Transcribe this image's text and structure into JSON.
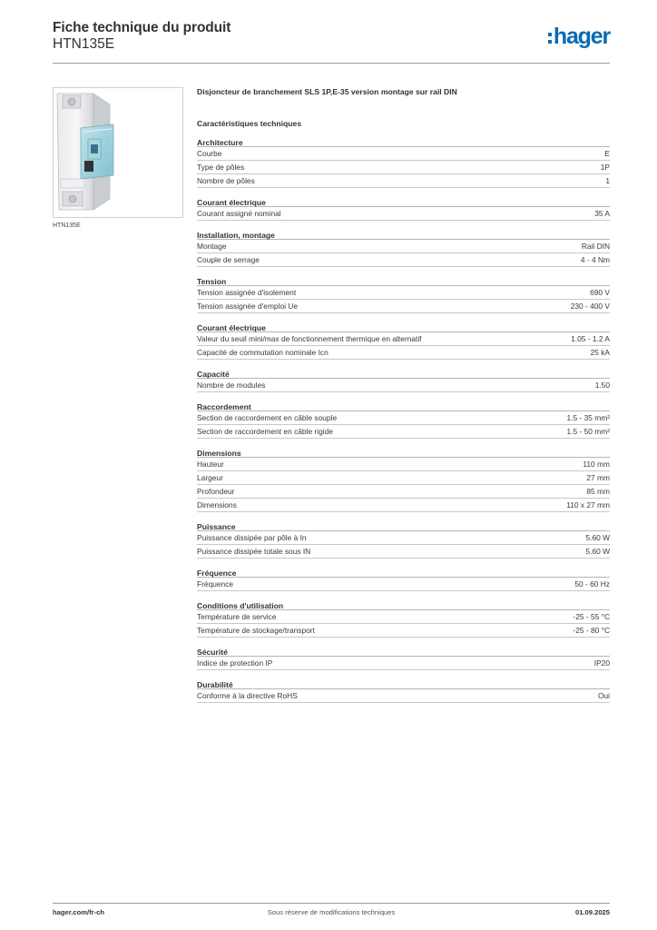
{
  "header": {
    "title": "Fiche technique du produit",
    "reference": "HTN135E",
    "logo_text": "hager",
    "brand_color": "#0a6ab2"
  },
  "product": {
    "image_caption": "HTN135E",
    "description": "Disjoncteur de branchement SLS 1P,E-35 version montage sur rail DIN"
  },
  "specs": {
    "heading": "Caractéristiques techniques",
    "sections": [
      {
        "title": "Architecture",
        "rows": [
          {
            "label": "Courbe",
            "value": "E"
          },
          {
            "label": "Type de pôles",
            "value": "1P"
          },
          {
            "label": "Nombre de pôles",
            "value": "1"
          }
        ]
      },
      {
        "title": "Courant électrique",
        "rows": [
          {
            "label": "Courant assigné nominal",
            "value": "35 A"
          }
        ]
      },
      {
        "title": "Installation, montage",
        "rows": [
          {
            "label": "Montage",
            "value": "Rail DIN"
          },
          {
            "label": "Couple de serrage",
            "value": "4 - 4 Nm"
          }
        ]
      },
      {
        "title": "Tension",
        "rows": [
          {
            "label": "Tension assignée d'isolement",
            "value": "690 V"
          },
          {
            "label": "Tension assignée d'emploi Ue",
            "value": "230 - 400 V"
          }
        ]
      },
      {
        "title": "Courant électrique",
        "rows": [
          {
            "label": "Valeur du seuil mini/max de fonctionnement thermique en alternatif",
            "value": "1.05 - 1.2 A"
          },
          {
            "label": "Capacité de commutation nominale Icn",
            "value": "25 kA"
          }
        ]
      },
      {
        "title": "Capacité",
        "rows": [
          {
            "label": "Nombre de modules",
            "value": "1.50"
          }
        ]
      },
      {
        "title": "Raccordement",
        "rows": [
          {
            "label": "Section de raccordement en câble souple",
            "value": "1.5 - 35 mm²"
          },
          {
            "label": "Section de raccordement en câble rigide",
            "value": "1.5 - 50 mm²"
          }
        ]
      },
      {
        "title": "Dimensions",
        "rows": [
          {
            "label": "Hauteur",
            "value": "110 mm"
          },
          {
            "label": "Largeur",
            "value": "27 mm"
          },
          {
            "label": "Profondeur",
            "value": "85 mm"
          },
          {
            "label": "Dimensions",
            "value": "110 x 27 mm"
          }
        ]
      },
      {
        "title": "Puissance",
        "rows": [
          {
            "label": "Puissance dissipée par pôle à In",
            "value": "5.60 W"
          },
          {
            "label": "Puissance dissipée totale sous IN",
            "value": "5.60 W"
          }
        ]
      },
      {
        "title": "Fréquence",
        "rows": [
          {
            "label": "Fréquence",
            "value": "50 - 60 Hz"
          }
        ]
      },
      {
        "title": "Conditions d'utilisation",
        "rows": [
          {
            "label": "Température de service",
            "value": "-25 - 55 °C"
          },
          {
            "label": "Température de stockage/transport",
            "value": "-25 - 80 °C"
          }
        ]
      },
      {
        "title": "Sécurité",
        "rows": [
          {
            "label": "Indice de protection IP",
            "value": "IP20"
          }
        ]
      },
      {
        "title": "Durabilité",
        "rows": [
          {
            "label": "Conforme à la directive RoHS",
            "value": "Oui"
          }
        ]
      }
    ]
  },
  "footer": {
    "website": "hager.com/fr-ch",
    "notice": "Sous réserve de modifications techniques",
    "date": "01.09.2025"
  }
}
